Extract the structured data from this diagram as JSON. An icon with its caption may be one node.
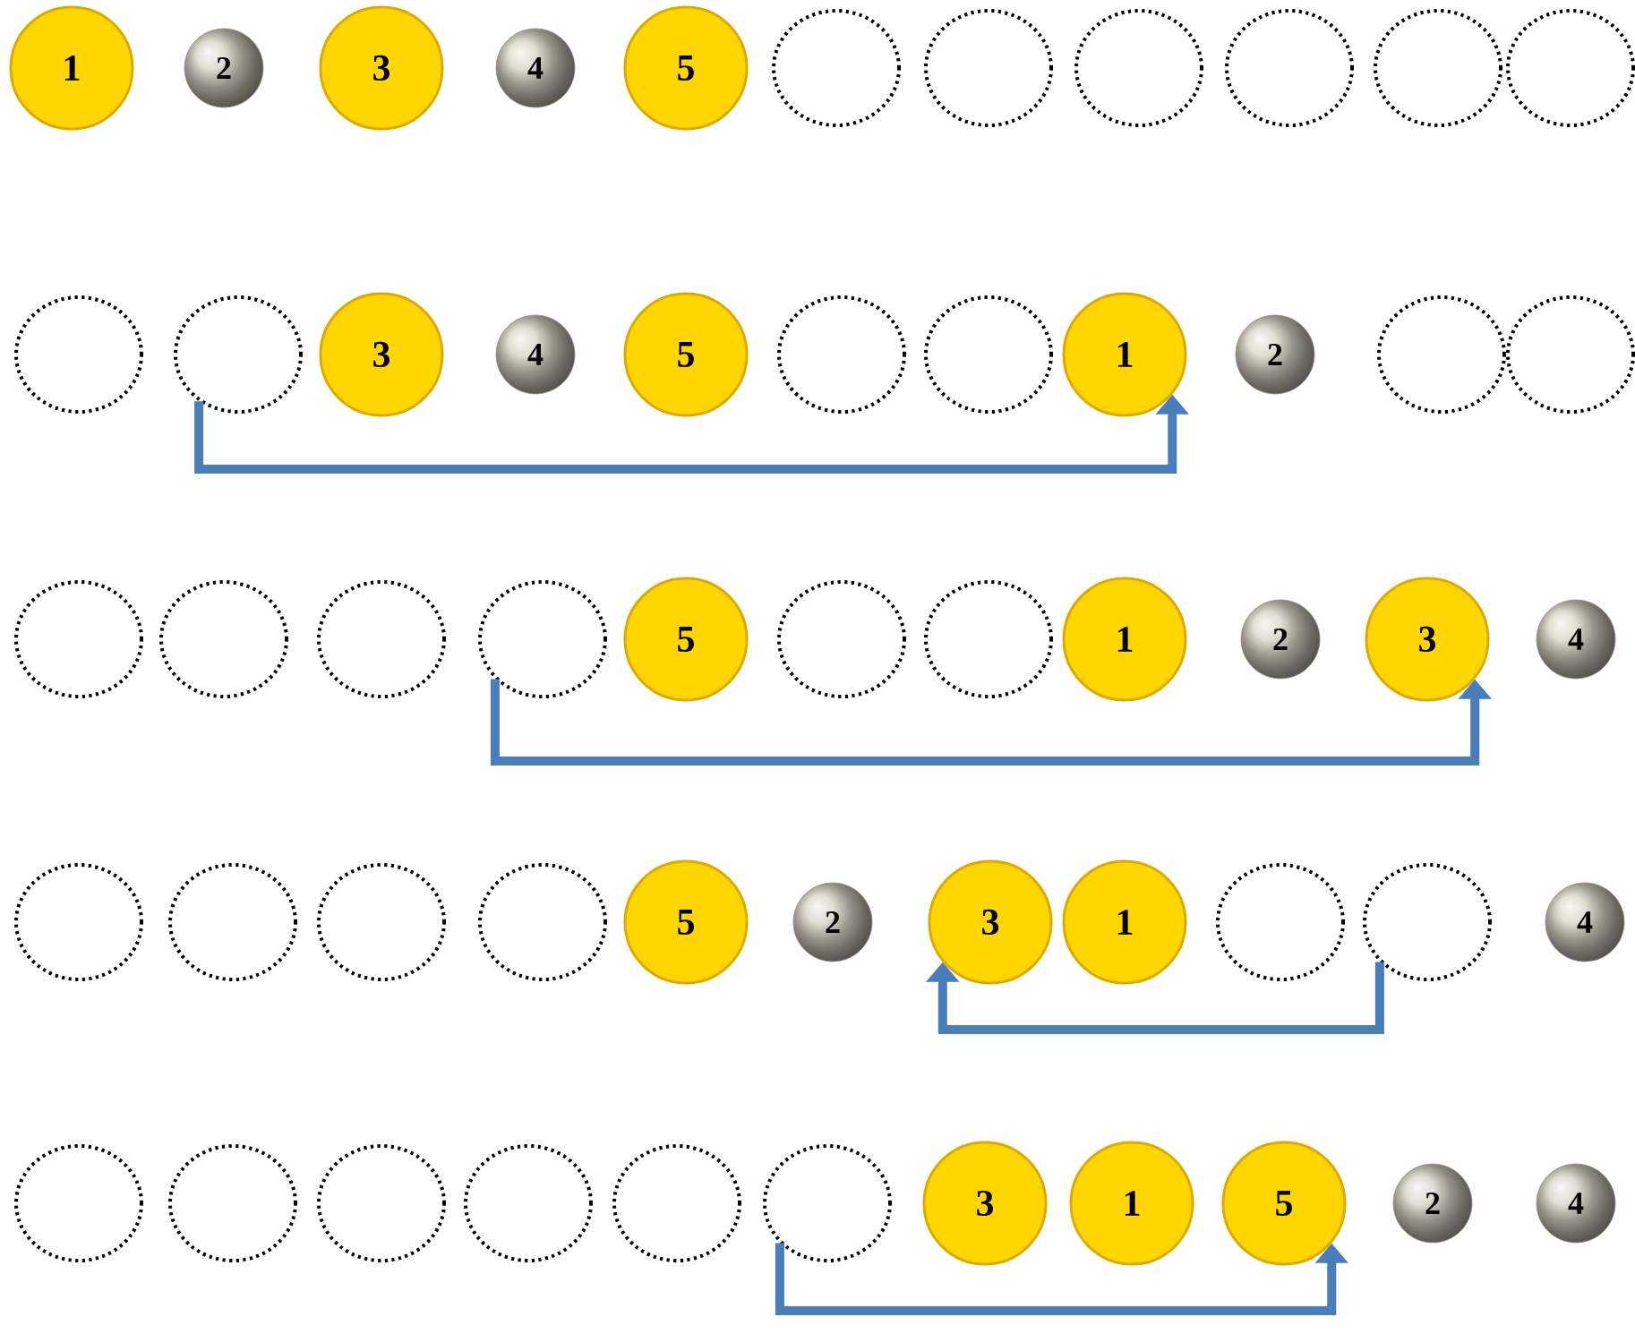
{
  "diagram": {
    "nodes": [
      {
        "text": [
          "1"
        ]
      },
      {
        "text": [
          "2"
        ]
      },
      {
        "text": [
          "3"
        ]
      },
      {
        "text": [
          "4"
        ]
      },
      {
        "text": [
          "5"
        ]
      },
      {
        "text": [],
        "shape": "circle"
      },
      {
        "text": [],
        "shape": "circle"
      },
      {
        "text": [],
        "shape": "circle"
      },
      {
        "text": [],
        "shape": "circle"
      },
      {
        "text": [],
        "shape": "circle"
      },
      {
        "text": [],
        "shape": "circle"
      },
      {
        "text": [],
        "shape": "circle"
      },
      {
        "text": [],
        "shape": "circle"
      },
      {
        "text": [
          "3"
        ]
      },
      {
        "text": [
          "4"
        ]
      },
      {
        "text": [
          "5"
        ]
      },
      {
        "text": [],
        "shape": "circle"
      },
      {
        "text": [],
        "shape": "circle"
      },
      {
        "text": [
          "1"
        ]
      },
      {
        "text": [
          "2"
        ]
      },
      {
        "text": [],
        "shape": "circle"
      },
      {
        "text": [],
        "shape": "circle"
      },
      {
        "text": [],
        "shape": "circle"
      },
      {
        "text": [],
        "shape": "circle"
      },
      {
        "text": [],
        "shape": "circle"
      },
      {
        "text": [],
        "shape": "circle"
      },
      {
        "text": [
          "5"
        ]
      },
      {
        "text": [],
        "shape": "circle"
      },
      {
        "text": [],
        "shape": "circle"
      },
      {
        "text": [
          "1"
        ]
      },
      {
        "text": [
          "2"
        ]
      },
      {
        "text": [
          "3"
        ]
      },
      {
        "text": [
          "4"
        ]
      },
      {
        "text": [],
        "shape": "circle"
      },
      {
        "text": [],
        "shape": "circle"
      },
      {
        "text": [],
        "shape": "circle"
      },
      {
        "text": [],
        "shape": "circle"
      },
      {
        "text": [
          "5"
        ]
      },
      {
        "text": [
          "2"
        ]
      },
      {
        "text": [
          "3"
        ]
      },
      {
        "text": [
          "1"
        ]
      },
      {
        "text": [],
        "shape": "circle"
      },
      {
        "text": [],
        "shape": "circle"
      },
      {
        "text": [
          "4"
        ]
      },
      {
        "text": [],
        "shape": "circle"
      },
      {
        "text": [],
        "shape": "circle"
      },
      {
        "text": [],
        "shape": "circle"
      },
      {
        "text": [],
        "shape": "circle"
      },
      {
        "text": [],
        "shape": "circle"
      },
      {
        "text": [],
        "shape": "circle"
      },
      {
        "text": [
          "3"
        ]
      },
      {
        "text": [
          "1"
        ]
      },
      {
        "text": [
          "5"
        ]
      },
      {
        "text": [
          "2"
        ]
      },
      {
        "text": [
          "4"
        ]
      }
    ],
    "edges": [
      {
        "from": 12,
        "to": 18,
        "arrow": "to"
      },
      {
        "from": 25,
        "to": 31,
        "arrow": "to"
      },
      {
        "from": 42,
        "to": 39,
        "arrow": "to"
      },
      {
        "from": 49,
        "to": 52,
        "arrow": "to"
      }
    ]
  }
}
